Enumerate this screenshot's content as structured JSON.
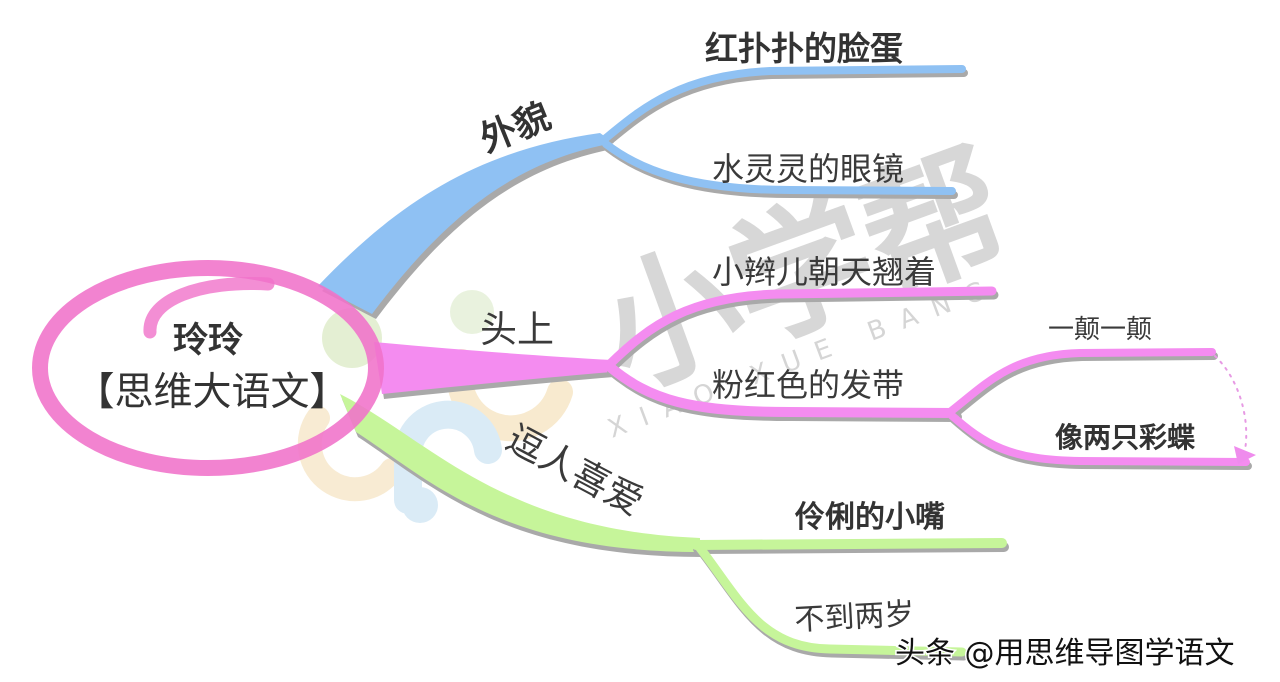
{
  "central_topic": {
    "line1": "玲玲",
    "line2": "【思维大语文】"
  },
  "branches": [
    {
      "label": "外貌",
      "color": "#8fc1f3",
      "children": [
        {
          "label": "红扑扑的脸蛋"
        },
        {
          "label": "水灵灵的眼镜"
        }
      ]
    },
    {
      "label": "头上",
      "color": "#f48cf0",
      "children": [
        {
          "label": "小辫儿朝天翘着"
        },
        {
          "label": "粉红色的发带",
          "children": [
            {
              "label": "一颠一颠"
            },
            {
              "label": "像两只彩蝶"
            }
          ]
        }
      ]
    },
    {
      "label": "逗人喜爱",
      "color": "#c6f59a",
      "children": [
        {
          "label": "伶俐的小嘴"
        },
        {
          "label": "不到两岁"
        }
      ]
    }
  ],
  "colors": {
    "central_ring": "#f072c9",
    "branch_shadow": "#a9a9a9",
    "text": "#333333"
  },
  "watermark": {
    "brand": "小学帮",
    "brand_pinyin": "XIAO XUE BANG"
  },
  "credit": "头条 @用思维导图学语文"
}
